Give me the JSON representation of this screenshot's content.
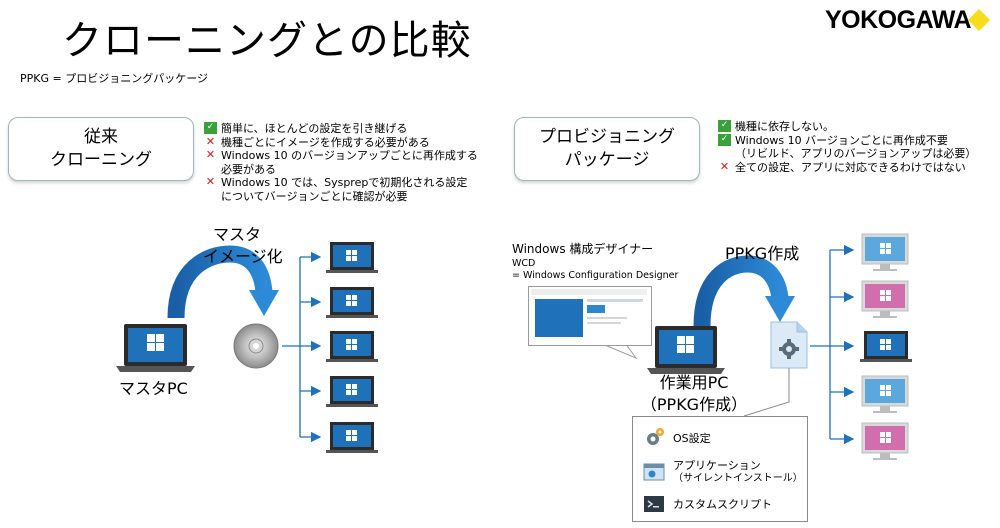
{
  "slide": {
    "title": "クローニングとの比較",
    "subtitle": "PPKG = プロビジョニングパッケージ",
    "logo": "YOKOGAWA"
  },
  "left": {
    "box_lines": [
      "従来",
      "クローニング"
    ],
    "bullets": [
      {
        "mark": "check",
        "lines": [
          "簡単に、ほとんどの設定を引き継げる"
        ]
      },
      {
        "mark": "cross",
        "lines": [
          "機種ごとにイメージを作成する必要がある"
        ]
      },
      {
        "mark": "cross",
        "lines": [
          "Windows 10 のバージョンアップごとに再作成する",
          "必要がある"
        ]
      },
      {
        "mark": "cross",
        "lines": [
          "Windows 10 では、Sysprepで初期化される設定",
          "についてバージョンごとに確認が必要"
        ]
      }
    ],
    "arrow_label_lines": [
      "マスタ",
      "イメージ化"
    ],
    "master_pc_label": "マスタPC"
  },
  "right": {
    "box_lines": [
      "プロビジョニング",
      "パッケージ"
    ],
    "bullets": [
      {
        "mark": "check",
        "lines": [
          "機種に依存しない。"
        ]
      },
      {
        "mark": "check",
        "lines": [
          "Windows 10 バージョンごとに再作成不要",
          "（リビルド、アプリのバージョンアップは必要）"
        ]
      },
      {
        "mark": "cross",
        "lines": [
          "全ての設定、アプリに対応できるわけではない"
        ]
      }
    ],
    "wcd_title": "Windows 構成デザイナー",
    "wcd_abbr": "WCD",
    "wcd_full": "= Windows Configuration Designer",
    "arrow_label": "PPKG作成",
    "work_pc_label_lines": [
      "作業用PC",
      "（PPKG作成）"
    ],
    "package_items": [
      {
        "icon": "gear-icon",
        "lines": [
          "OS設定"
        ]
      },
      {
        "icon": "app-window-icon",
        "lines": [
          "アプリケーション",
          "（サイレントインストール）"
        ]
      },
      {
        "icon": "terminal-icon",
        "lines": [
          "カスタムスクリプト"
        ]
      }
    ],
    "target_colors": [
      "#5aa8dc",
      "#d16fae",
      "#1f71b9",
      "#5aa8dc",
      "#d16fae"
    ]
  },
  "colors": {
    "accent_blue": "#1f71b9",
    "check_green": "#3aa13a",
    "cross_red": "#d01c1c",
    "logo_yellow": "#f5dd1a"
  }
}
